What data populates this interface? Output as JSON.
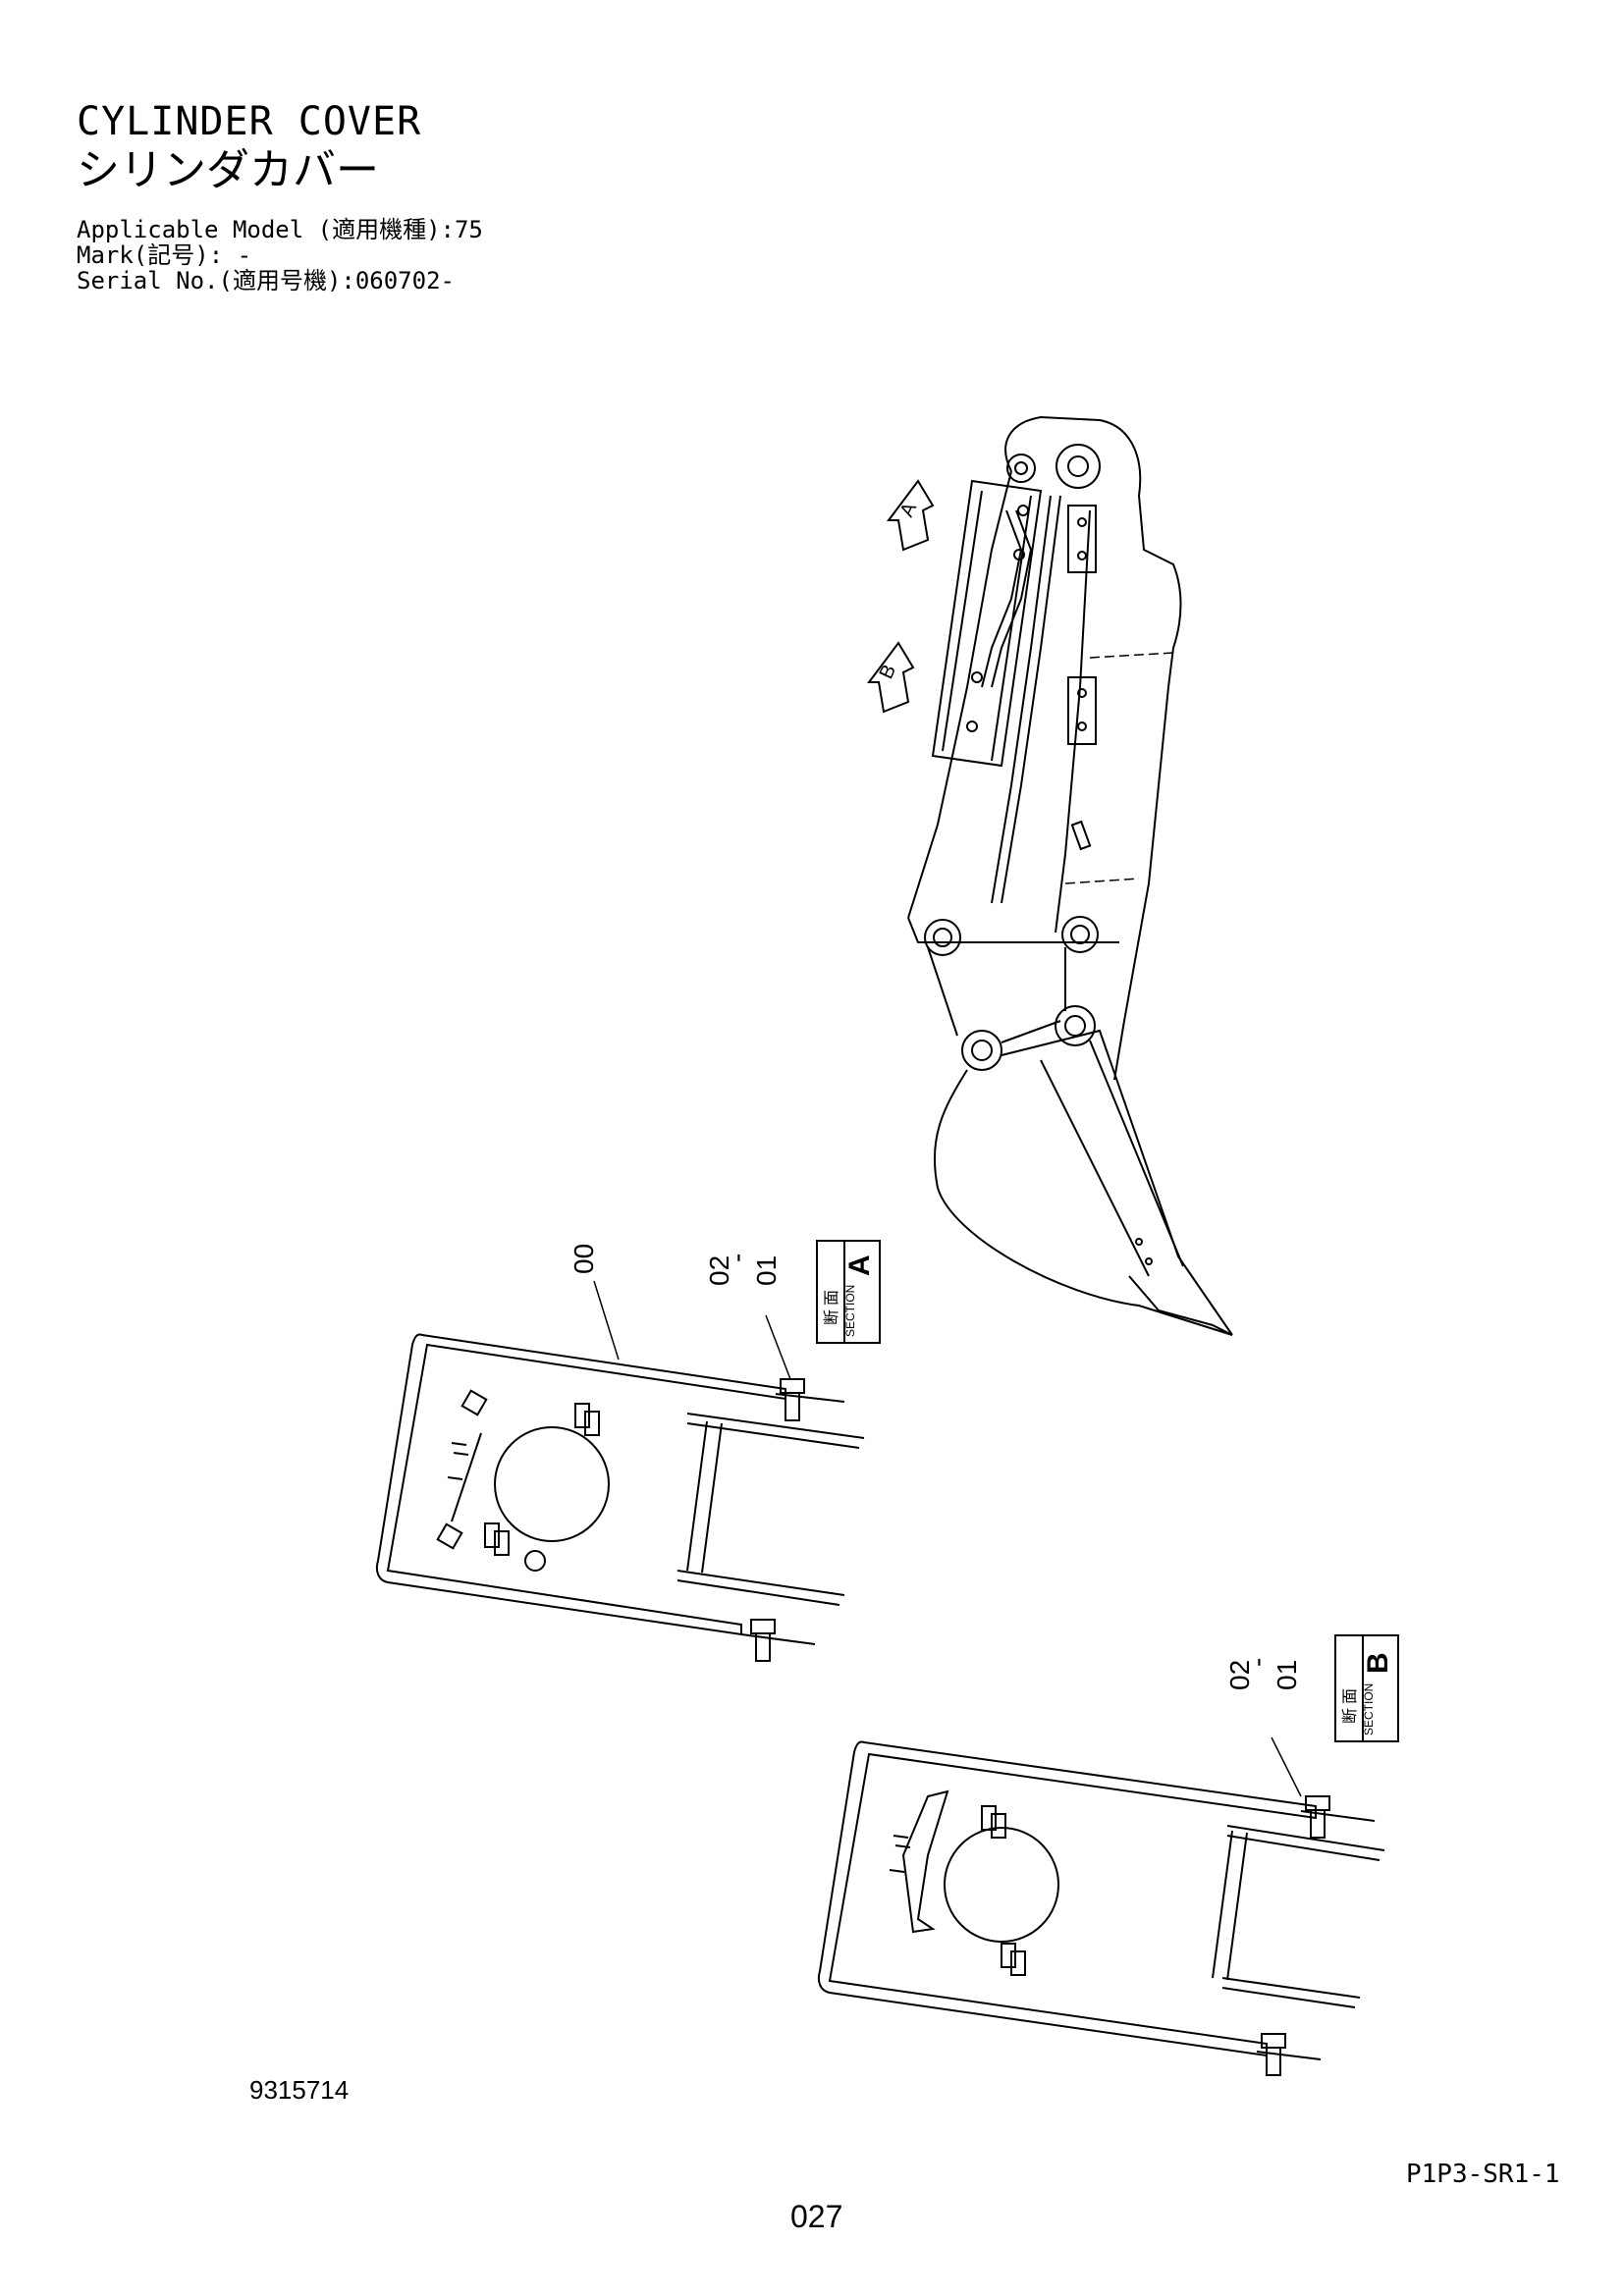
{
  "header": {
    "title_en": "CYLINDER COVER",
    "title_jp": "シリンダカバー",
    "applicable_model": "Applicable Model (適用機種):75",
    "mark": "Mark(記号): -",
    "serial_no": "Serial No.(適用号機):060702-"
  },
  "view_markers": {
    "a": "A",
    "b": "B"
  },
  "sections": {
    "a": {
      "letter": "A",
      "jp_1": "断",
      "jp_2": "面",
      "en": "SECTION"
    },
    "b": {
      "letter": "B",
      "jp_1": "断",
      "jp_2": "面",
      "en": "SECTION"
    }
  },
  "callouts": {
    "a_cover": "00",
    "a_bolt_top": "02",
    "a_dash": "-",
    "a_bolt_bottom": "01",
    "b_bolt_top": "02",
    "b_dash": "-",
    "b_bolt_bottom": "01"
  },
  "footer": {
    "document_number": "9315714",
    "page_code": "P1P3-SR1-1",
    "page_number": "027"
  }
}
